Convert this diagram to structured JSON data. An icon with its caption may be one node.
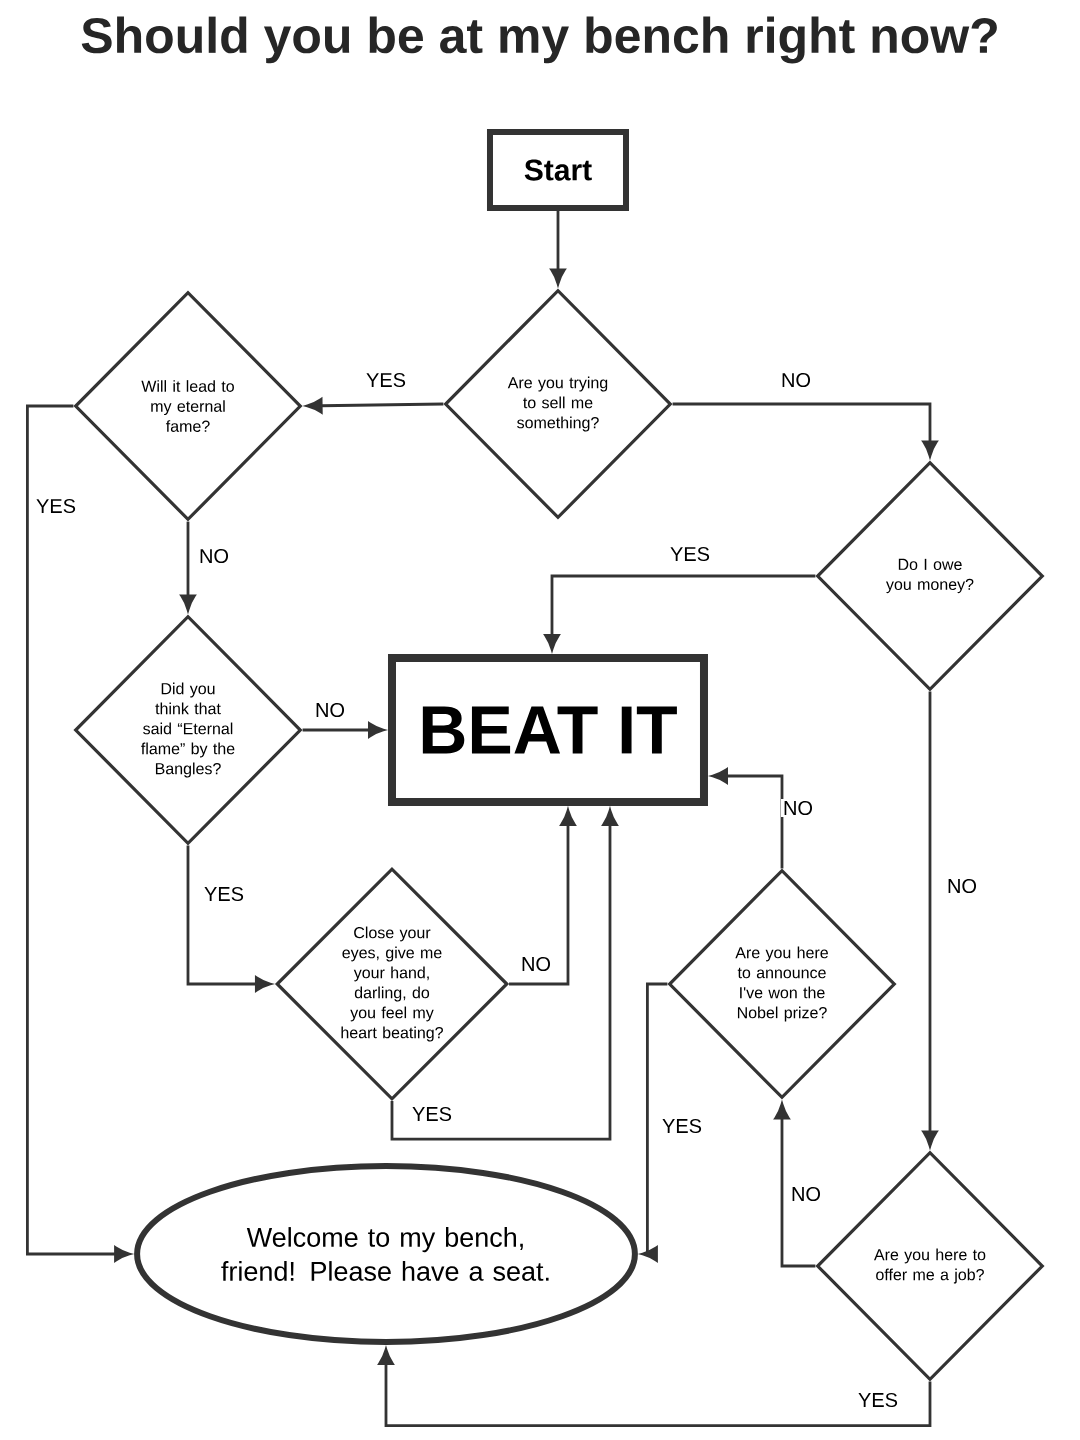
{
  "diagram": {
    "title": "Should you be at my bench right now?",
    "nodes": [
      {
        "text": [
          "Start"
        ]
      },
      {
        "text": [
          "Will it lead to my eternal fame?"
        ]
      },
      {
        "text": [
          "Are you trying to sell me something?"
        ]
      },
      {
        "text": [
          "Do I owe you money?"
        ]
      },
      {
        "text": [
          "Did you think that said “Eternal flame” by the Bangles?"
        ]
      },
      {
        "text": [
          "BEAT IT"
        ]
      },
      {
        "text": [
          "Close your eyes, give me your hand, darling, do you feel my heart beating?"
        ]
      },
      {
        "text": [
          "Are you here to announce I've won the Nobel prize?"
        ]
      },
      {
        "text": [
          "Welcome to my bench, friend! Please have a seat."
        ]
      },
      {
        "text": [
          "Are you here to offer me a job?"
        ]
      }
    ],
    "edges": [
      {
        "from": 0,
        "to": 2,
        "arrow": "to"
      },
      {
        "from": 2,
        "to": 1,
        "arrow": "to",
        "label": "YES"
      },
      {
        "from": 2,
        "to": 3,
        "arrow": "to",
        "label": "NO"
      },
      {
        "from": 1,
        "to": 8,
        "arrow": "to",
        "label": "YES"
      },
      {
        "from": 1,
        "to": 4,
        "arrow": "to",
        "label": "NO"
      },
      {
        "from": 3,
        "to": 5,
        "arrow": "to",
        "label": "YES"
      },
      {
        "from": 3,
        "to": 9,
        "arrow": "to",
        "label": "NO"
      },
      {
        "from": 4,
        "to": 5,
        "arrow": "to",
        "label": "NO"
      },
      {
        "from": 4,
        "to": 6,
        "arrow": "to",
        "label": "YES"
      },
      {
        "from": 6,
        "to": 5,
        "arrow": "to",
        "label": "NO"
      },
      {
        "from": 6,
        "to": 5,
        "arrow": "to",
        "label": "YES"
      },
      {
        "from": 7,
        "to": 5,
        "arrow": "to",
        "label": "NO"
      },
      {
        "from": 7,
        "to": 8,
        "arrow": "to",
        "label": "YES"
      },
      {
        "from": 9,
        "to": 7,
        "arrow": "to",
        "label": "NO"
      },
      {
        "from": 9,
        "to": 8,
        "arrow": "to",
        "label": "YES"
      }
    ]
  }
}
